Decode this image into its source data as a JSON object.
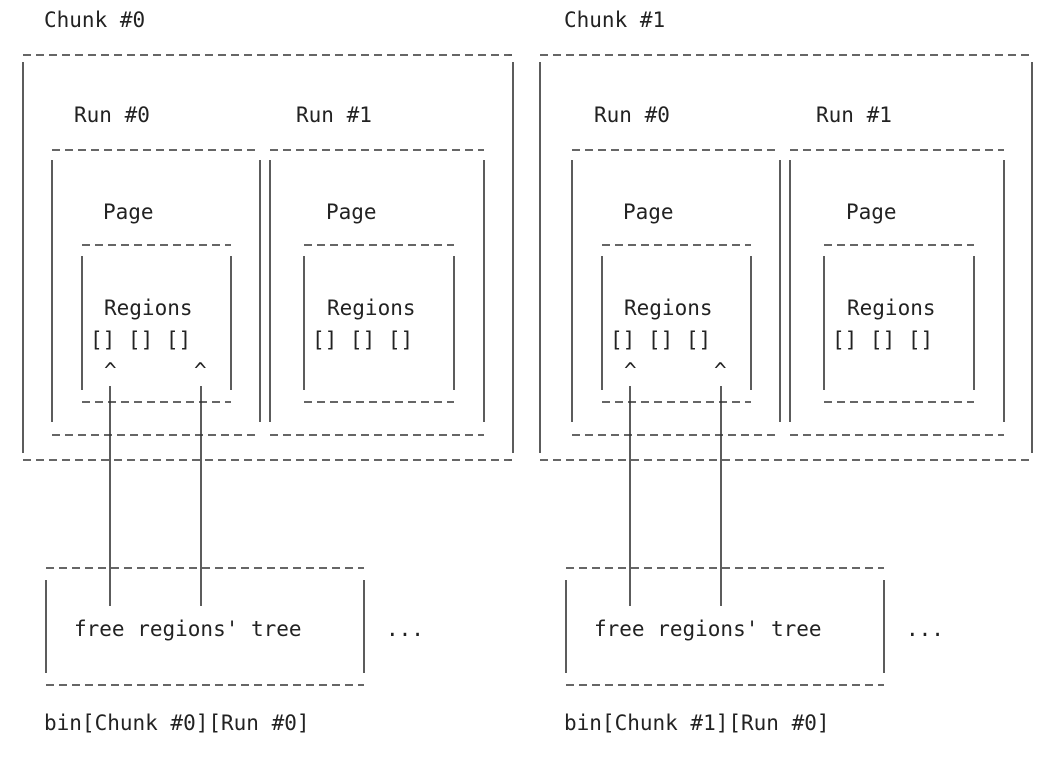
{
  "chunks": [
    {
      "title": "Chunk #0",
      "runs": [
        {
          "title": "Run #0",
          "page_label": "Page",
          "regions_label": "Regions",
          "slots": "[] [] []",
          "arrows": [
            "^",
            "^"
          ]
        },
        {
          "title": "Run #1",
          "page_label": "Page",
          "regions_label": "Regions",
          "slots": "[] [] []"
        }
      ],
      "tree_label": "free regions' tree",
      "ellipsis": "...",
      "bin_label": "bin[Chunk #0][Run #0]"
    },
    {
      "title": "Chunk #1",
      "runs": [
        {
          "title": "Run #0",
          "page_label": "Page",
          "regions_label": "Regions",
          "slots": "[] [] []",
          "arrows": [
            "^",
            "^"
          ]
        },
        {
          "title": "Run #1",
          "page_label": "Page",
          "regions_label": "Regions",
          "slots": "[] [] []"
        }
      ],
      "tree_label": "free regions' tree",
      "ellipsis": "...",
      "bin_label": "bin[Chunk #1][Run #0]"
    }
  ],
  "colors": {
    "ink": "#333333",
    "text": "#222222",
    "background": "#ffffff"
  }
}
